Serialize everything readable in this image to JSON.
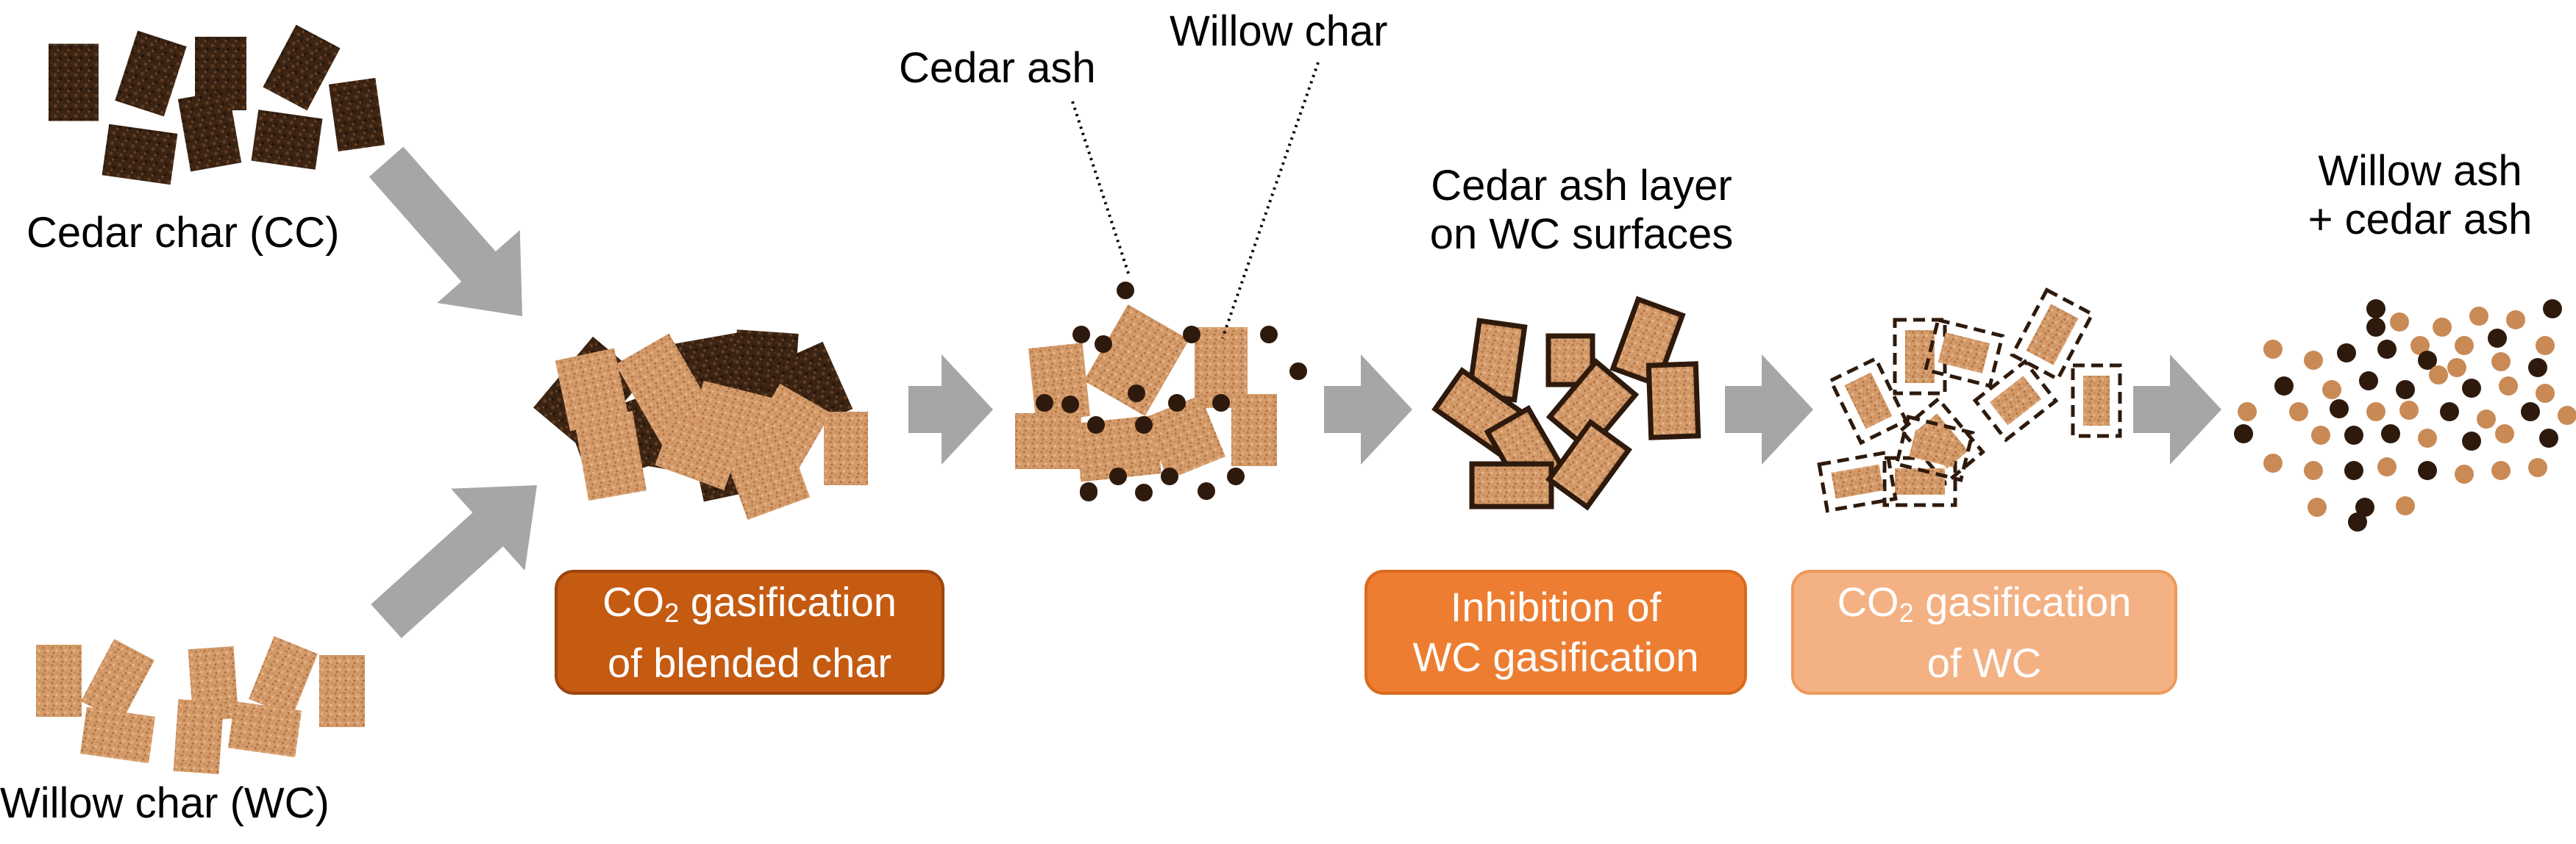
{
  "colors": {
    "dark_char": "#3a2312",
    "dark_char_light": "#5a3a22",
    "light_char": "#d49a6a",
    "light_char_dark": "#b47a4a",
    "ash_dark": "#2e1a0c",
    "ash_light": "#c98a56",
    "arrow": "#a6a6a6",
    "box_dark": "#c55a11",
    "box_mid": "#ed7d31",
    "box_light": "#f4b183"
  },
  "labels": {
    "cedar_char": "Cedar char (CC)",
    "willow_char": "Willow char (WC)",
    "cedar_ash": "Cedar ash",
    "willow_char_pointer": "Willow char",
    "ash_layer_line1": "Cedar ash layer",
    "ash_layer_line2": "on WC surfaces",
    "final_line1": "Willow ash",
    "final_line2": "+ cedar ash"
  },
  "boxes": {
    "blended": {
      "prefix": "CO",
      "sub": "2",
      "suffix": " gasification",
      "line2": "of blended char"
    },
    "inhibition": {
      "line1": "Inhibition of",
      "line2": "WC gasification"
    },
    "wc": {
      "prefix": "CO",
      "sub": "2",
      "suffix": " gasification",
      "line2": "of WC"
    }
  }
}
